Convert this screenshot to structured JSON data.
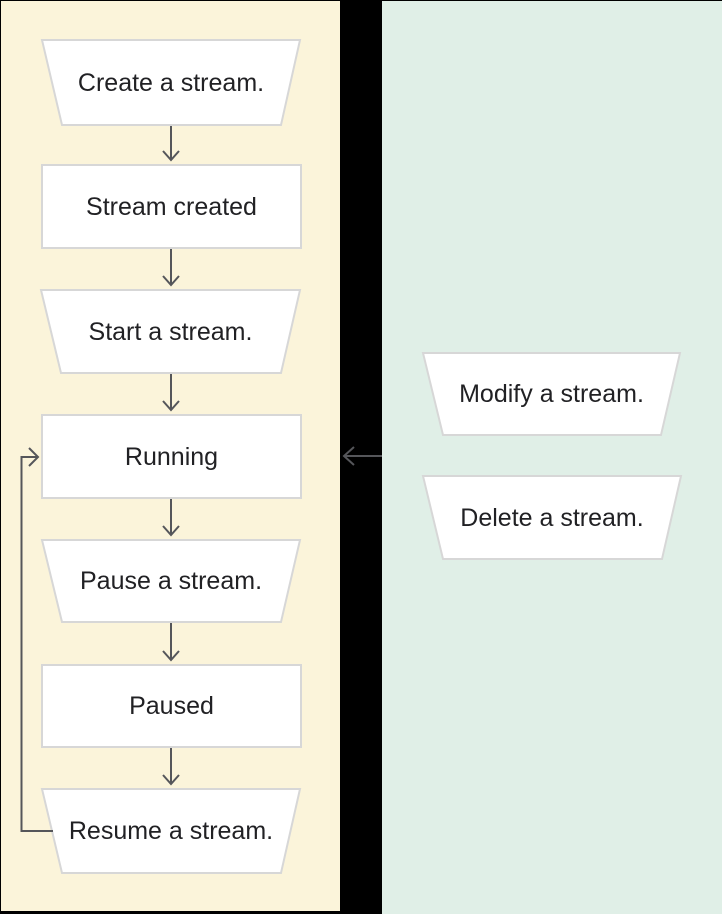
{
  "diagram": {
    "left_panel": {
      "nodes": [
        {
          "label": "Create a stream.",
          "shape": "trapezoid"
        },
        {
          "label": "Stream created",
          "shape": "rectangle"
        },
        {
          "label": "Start a stream.",
          "shape": "trapezoid"
        },
        {
          "label": "Running",
          "shape": "rectangle"
        },
        {
          "label": "Pause a stream.",
          "shape": "trapezoid"
        },
        {
          "label": "Paused",
          "shape": "rectangle"
        },
        {
          "label": "Resume a stream.",
          "shape": "trapezoid"
        }
      ]
    },
    "right_panel": {
      "nodes": [
        {
          "label": "Modify a stream.",
          "shape": "trapezoid"
        },
        {
          "label": "Delete a stream.",
          "shape": "trapezoid"
        }
      ]
    },
    "edges": [
      {
        "from": "Create a stream.",
        "to": "Stream created",
        "style": "down-arrow"
      },
      {
        "from": "Stream created",
        "to": "Start a stream.",
        "style": "down-arrow"
      },
      {
        "from": "Start a stream.",
        "to": "Running",
        "style": "down-arrow"
      },
      {
        "from": "Running",
        "to": "Pause a stream.",
        "style": "down-arrow"
      },
      {
        "from": "Pause a stream.",
        "to": "Paused",
        "style": "down-arrow"
      },
      {
        "from": "Paused",
        "to": "Resume a stream.",
        "style": "down-arrow"
      },
      {
        "from": "Resume a stream.",
        "to": "Running",
        "style": "loop-back-arrow"
      },
      {
        "from": "right_panel",
        "to": "Running",
        "style": "leftward-arrow"
      }
    ],
    "colors": {
      "left_panel_bg": "#FBF4DA",
      "right_panel_bg": "#E0EFE7",
      "divider": "#000000",
      "node_fill": "#FFFFFF",
      "node_border": "#D7D7D7",
      "arrow": "#55565A",
      "text": "#212124"
    }
  }
}
